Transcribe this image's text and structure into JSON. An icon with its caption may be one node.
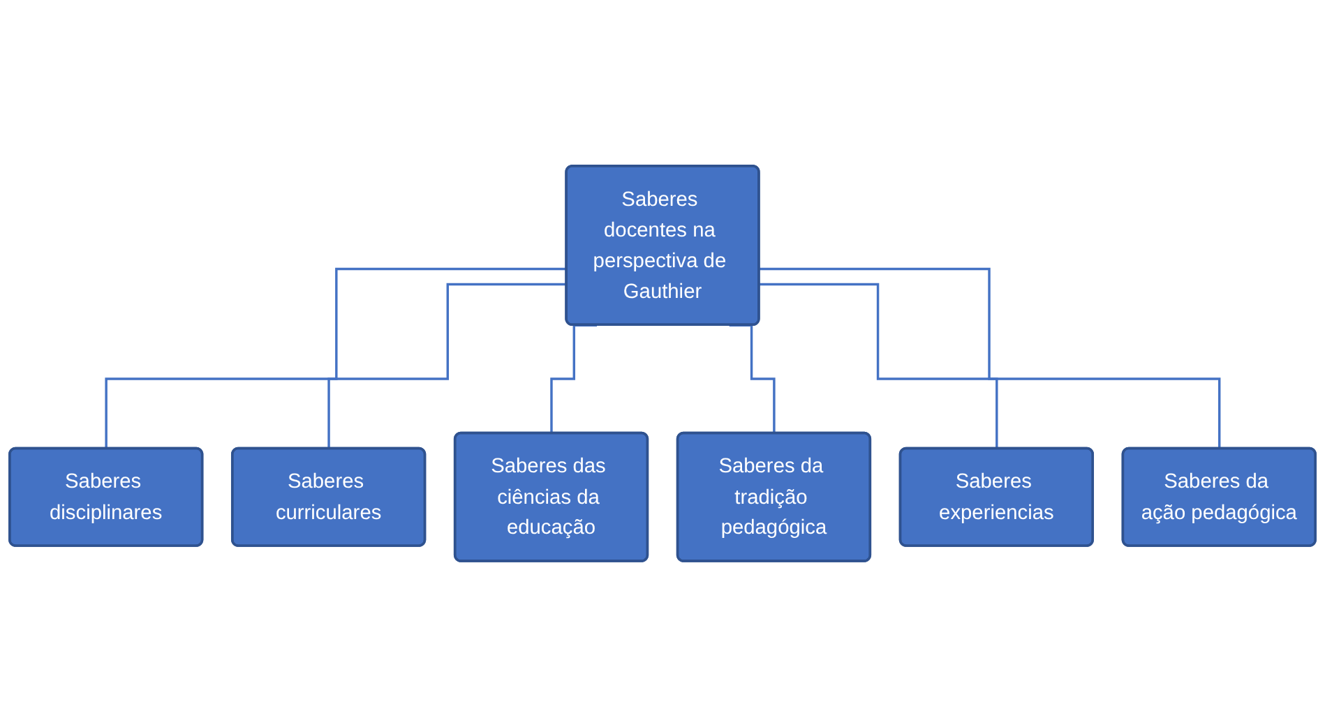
{
  "diagram": {
    "nodes": [
      {
        "text": [
          "Saberes docentes na perspectiva de Gauthier"
        ]
      },
      {
        "text": [
          "Saberes disciplinares"
        ]
      },
      {
        "text": [
          "Saberes curriculares"
        ]
      },
      {
        "text": [
          "Saberes das ciências da educação"
        ]
      },
      {
        "text": [
          "Saberes da tradição pedagógica"
        ]
      },
      {
        "text": [
          "Saberes experiencias"
        ]
      },
      {
        "text": [
          "Saberes da ação pedagógica"
        ]
      }
    ],
    "edges": [
      {
        "from": 0,
        "to": 1,
        "arrow": "none"
      },
      {
        "from": 0,
        "to": 2,
        "arrow": "none"
      },
      {
        "from": 0,
        "to": 3,
        "arrow": "none"
      },
      {
        "from": 0,
        "to": 4,
        "arrow": "none"
      },
      {
        "from": 0,
        "to": 5,
        "arrow": "none"
      },
      {
        "from": 0,
        "to": 6,
        "arrow": "none"
      }
    ]
  }
}
